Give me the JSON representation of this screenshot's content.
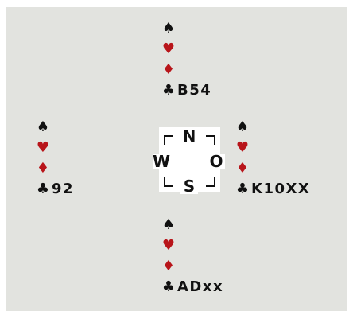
{
  "suits": {
    "spade": "♠",
    "heart": "♥",
    "diamond": "♦",
    "club": "♣"
  },
  "colors": {
    "black_suit": "#111111",
    "red_suit": "#b8151a",
    "background": "#e2e3df"
  },
  "compass": {
    "north": "N",
    "south": "S",
    "west": "W",
    "east": "O"
  },
  "hands": {
    "north": {
      "spades": "",
      "hearts": "",
      "diamonds": "",
      "clubs": "B54"
    },
    "west": {
      "spades": "",
      "hearts": "",
      "diamonds": "",
      "clubs": "92"
    },
    "east": {
      "spades": "",
      "hearts": "",
      "diamonds": "",
      "clubs": "K10XX"
    },
    "south": {
      "spades": "",
      "hearts": "",
      "diamonds": "",
      "clubs": "ADxx"
    }
  }
}
